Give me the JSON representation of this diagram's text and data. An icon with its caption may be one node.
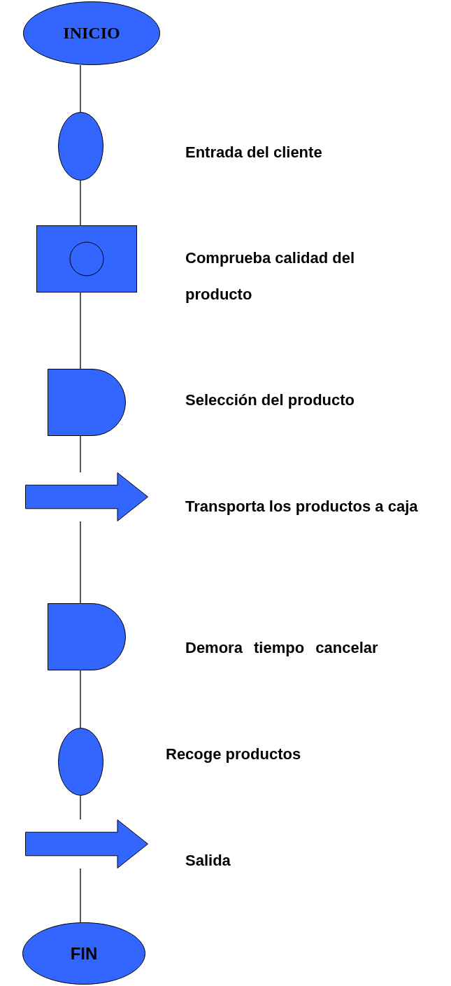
{
  "diagram": {
    "nodes": [
      {
        "text": [
          "INICIO"
        ]
      },
      {
        "text": [],
        "shape": "circle"
      },
      {
        "text": [],
        "shape": "box"
      },
      {
        "text": [],
        "shape": "delay"
      },
      {
        "text": [],
        "shape": "arrow"
      },
      {
        "text": [],
        "shape": "delay"
      },
      {
        "text": [],
        "shape": "circle"
      },
      {
        "text": [],
        "shape": "arrow"
      },
      {
        "text": [
          "FIN"
        ]
      }
    ],
    "edges": [
      {
        "from": 0,
        "to": 1,
        "arrow": "none"
      },
      {
        "from": 1,
        "to": 2,
        "arrow": "none"
      },
      {
        "from": 2,
        "to": 3,
        "arrow": "none"
      },
      {
        "from": 3,
        "to": 4,
        "arrow": "none"
      },
      {
        "from": 4,
        "to": 5,
        "arrow": "none"
      },
      {
        "from": 5,
        "to": 6,
        "arrow": "none"
      },
      {
        "from": 6,
        "to": 7,
        "arrow": "none"
      },
      {
        "from": 7,
        "to": 8,
        "arrow": "none"
      }
    ],
    "labels": [
      "Entrada del cliente",
      "Comprueba calidad del producto",
      "Selección del producto",
      "Transporta los productos a caja",
      "Demora tiempo cancelar",
      "Recoge productos",
      "Salida"
    ]
  }
}
